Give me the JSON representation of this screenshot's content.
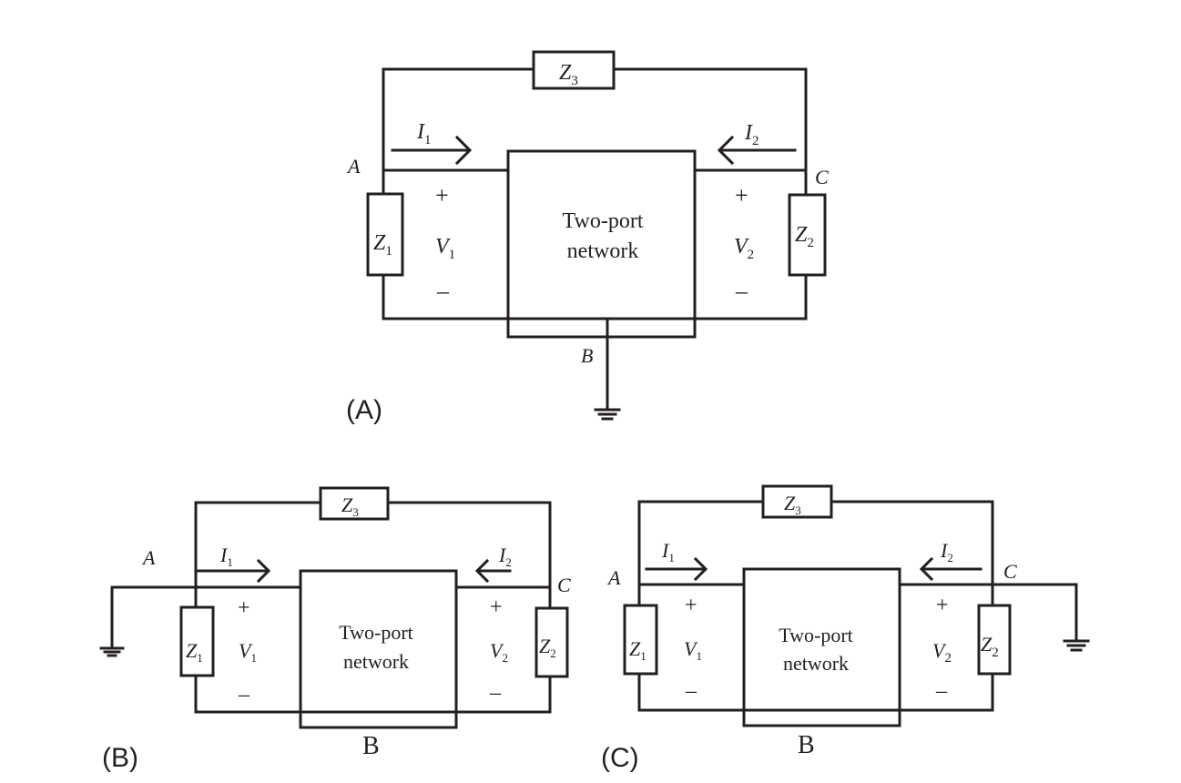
{
  "figure": {
    "panels": [
      {
        "id": "A",
        "panel_label": "(A)",
        "ground_at": "B",
        "network_label_line1": "Two-port",
        "network_label_line2": "network",
        "nodes": {
          "left": "A",
          "right": "C",
          "bottom": "B"
        },
        "impedances": {
          "z1": "Z",
          "z1_sub": "1",
          "z2": "Z",
          "z2_sub": "2",
          "z3": "Z",
          "z3_sub": "3"
        },
        "currents": {
          "i1": "I",
          "i1_sub": "1",
          "i2": "I",
          "i2_sub": "2"
        },
        "voltages": {
          "v1": "V",
          "v1_sub": "1",
          "v2": "V",
          "v2_sub": "2",
          "plus": "+",
          "minus": "–"
        }
      },
      {
        "id": "B",
        "panel_label": "(B)",
        "ground_at": "A",
        "network_label_line1": "Two-port",
        "network_label_line2": "network",
        "nodes": {
          "left": "A",
          "right": "C",
          "bottom": "B"
        },
        "impedances": {
          "z1": "Z",
          "z1_sub": "1",
          "z2": "Z",
          "z2_sub": "2",
          "z3": "Z",
          "z3_sub": "3"
        },
        "currents": {
          "i1": "I",
          "i1_sub": "1",
          "i2": "I",
          "i2_sub": "2"
        },
        "voltages": {
          "v1": "V",
          "v1_sub": "1",
          "v2": "V",
          "v2_sub": "2",
          "plus": "+",
          "minus": "–"
        }
      },
      {
        "id": "C",
        "panel_label": "(C)",
        "ground_at": "C",
        "network_label_line1": "Two-port",
        "network_label_line2": "network",
        "nodes": {
          "left": "A",
          "right": "C",
          "bottom": "B"
        },
        "impedances": {
          "z1": "Z",
          "z1_sub": "1",
          "z2": "Z",
          "z2_sub": "2",
          "z3": "Z",
          "z3_sub": "3"
        },
        "currents": {
          "i1": "I",
          "i1_sub": "1",
          "i2": "I",
          "i2_sub": "2"
        },
        "voltages": {
          "v1": "V",
          "v1_sub": "1",
          "v2": "V",
          "v2_sub": "2",
          "plus": "+",
          "minus": "–"
        }
      }
    ]
  }
}
